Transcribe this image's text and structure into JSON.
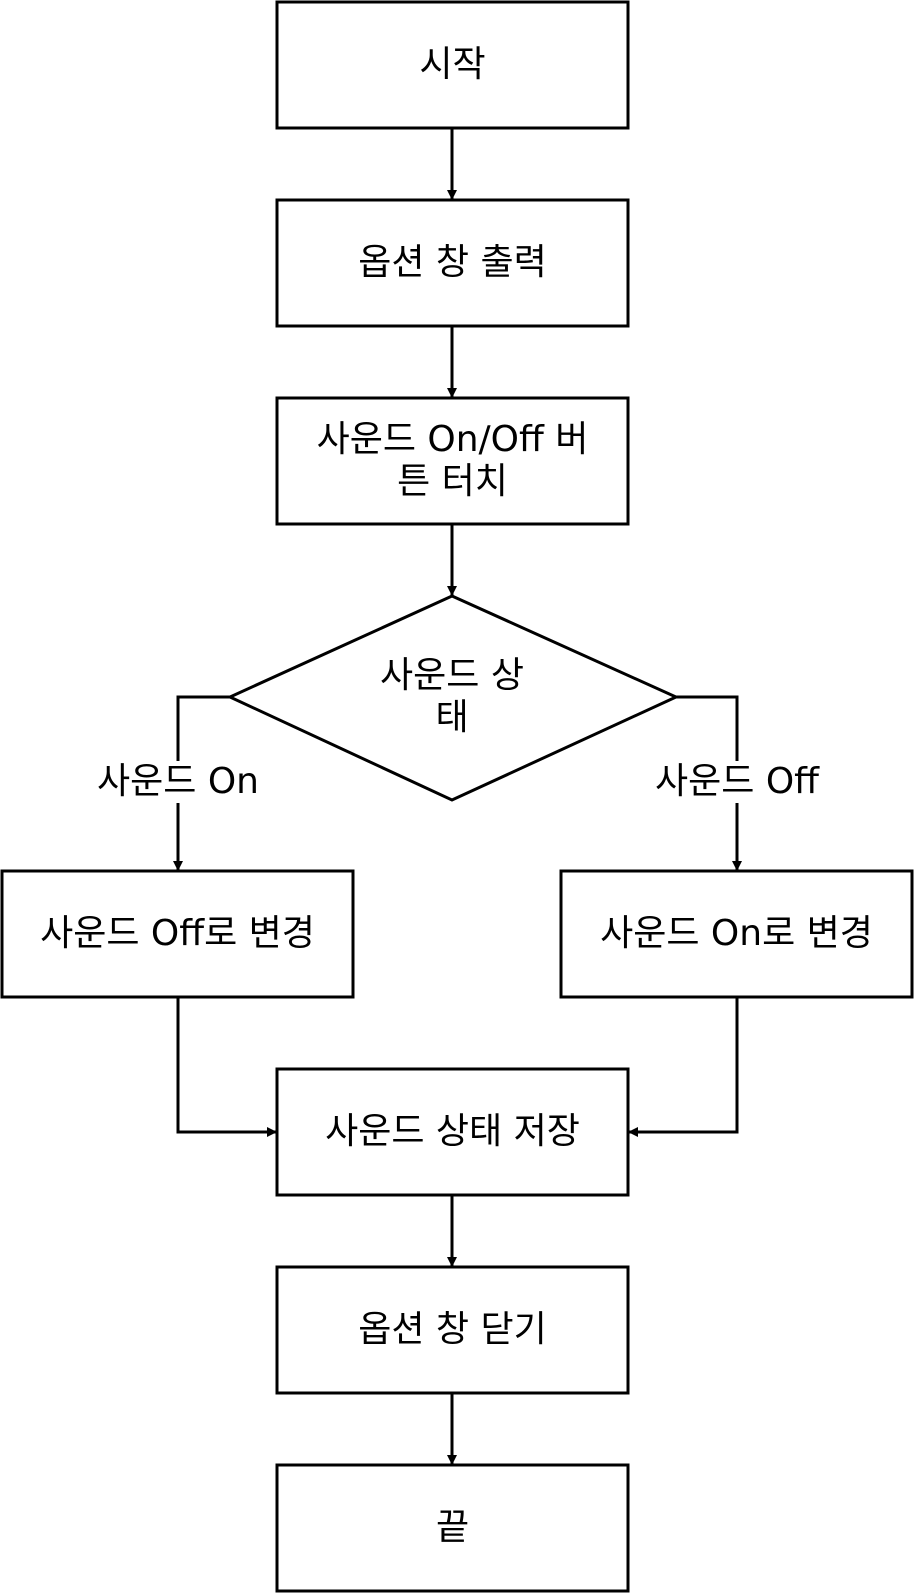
{
  "colors": {
    "stroke": "#000000",
    "background": "#ffffff",
    "text": "#000000"
  },
  "nodes": {
    "start": "시작",
    "show_options": "옵션 창 출력",
    "touch_button": "사운드 On/Off 버\n튼 터치",
    "sound_state": "사운드 상\n태",
    "change_to_off": "사운드 Off로 변경",
    "change_to_on": "사운드 On로 변경",
    "save_state": "사운드 상태 저장",
    "close_options": "옵션 창 닫기",
    "end": "끝"
  },
  "edges": {
    "branch_on": "사운드 On",
    "branch_off": "사운드 Off"
  }
}
